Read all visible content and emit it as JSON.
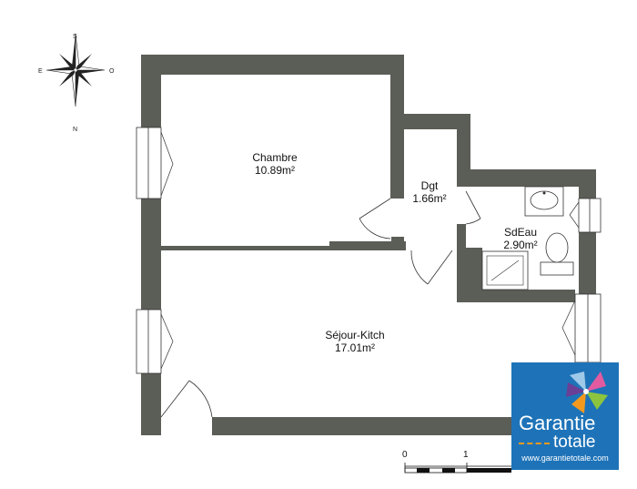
{
  "rooms": {
    "chambre": {
      "name": "Chambre",
      "area": "10.89m²"
    },
    "dgt": {
      "name": "Dgt",
      "area": "1.66m²"
    },
    "sdeau": {
      "name": "SdEau",
      "area": "2.90m²"
    },
    "sejour": {
      "name": "Séjour-Kitch",
      "area": "17.01m²"
    }
  },
  "compass": {
    "north": "N",
    "south": "S",
    "east": "E",
    "west": "O"
  },
  "scale": {
    "tick0": "0",
    "tick1": "1"
  },
  "logo": {
    "word1": "Garantie",
    "word2": "totale",
    "url": "www.garantietotale.com"
  },
  "colors": {
    "wall": "#5b5d57",
    "logo_bg": "#1e73b8",
    "logo_accent": "#f39a1e"
  }
}
